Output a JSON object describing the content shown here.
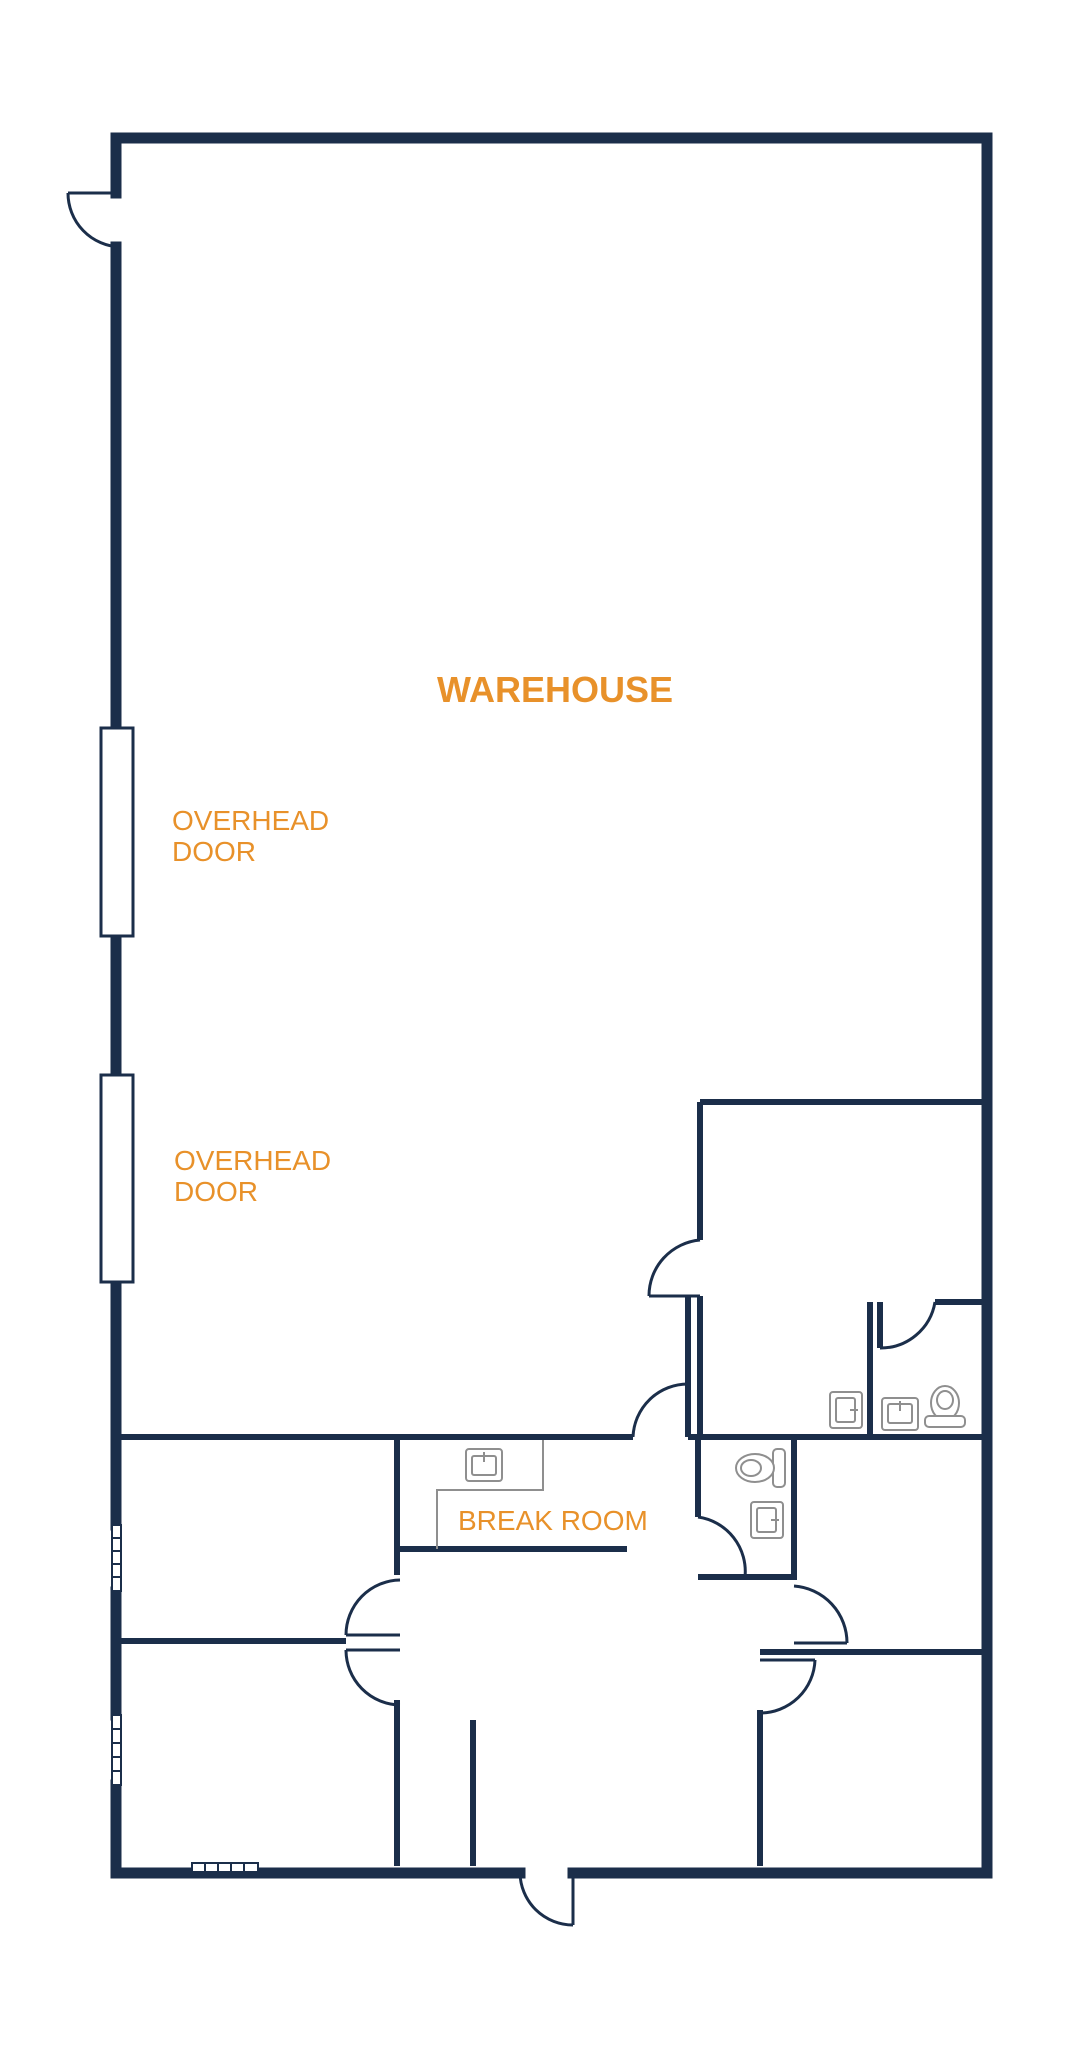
{
  "colors": {
    "wall": "#1b2e4a",
    "label": "#e8912a",
    "fixture": "#8f8f8f"
  },
  "rooms": {
    "warehouse": "WAREHOUSE",
    "overhead_door_1": {
      "line1": "OVERHEAD",
      "line2": "DOOR"
    },
    "overhead_door_2": {
      "line1": "OVERHEAD",
      "line2": "DOOR"
    },
    "break_room": "BREAK ROOM"
  },
  "icons": [
    "sink-icon",
    "toilet-icon",
    "door-swing-icon",
    "window-icon",
    "overhead-door-icon"
  ]
}
